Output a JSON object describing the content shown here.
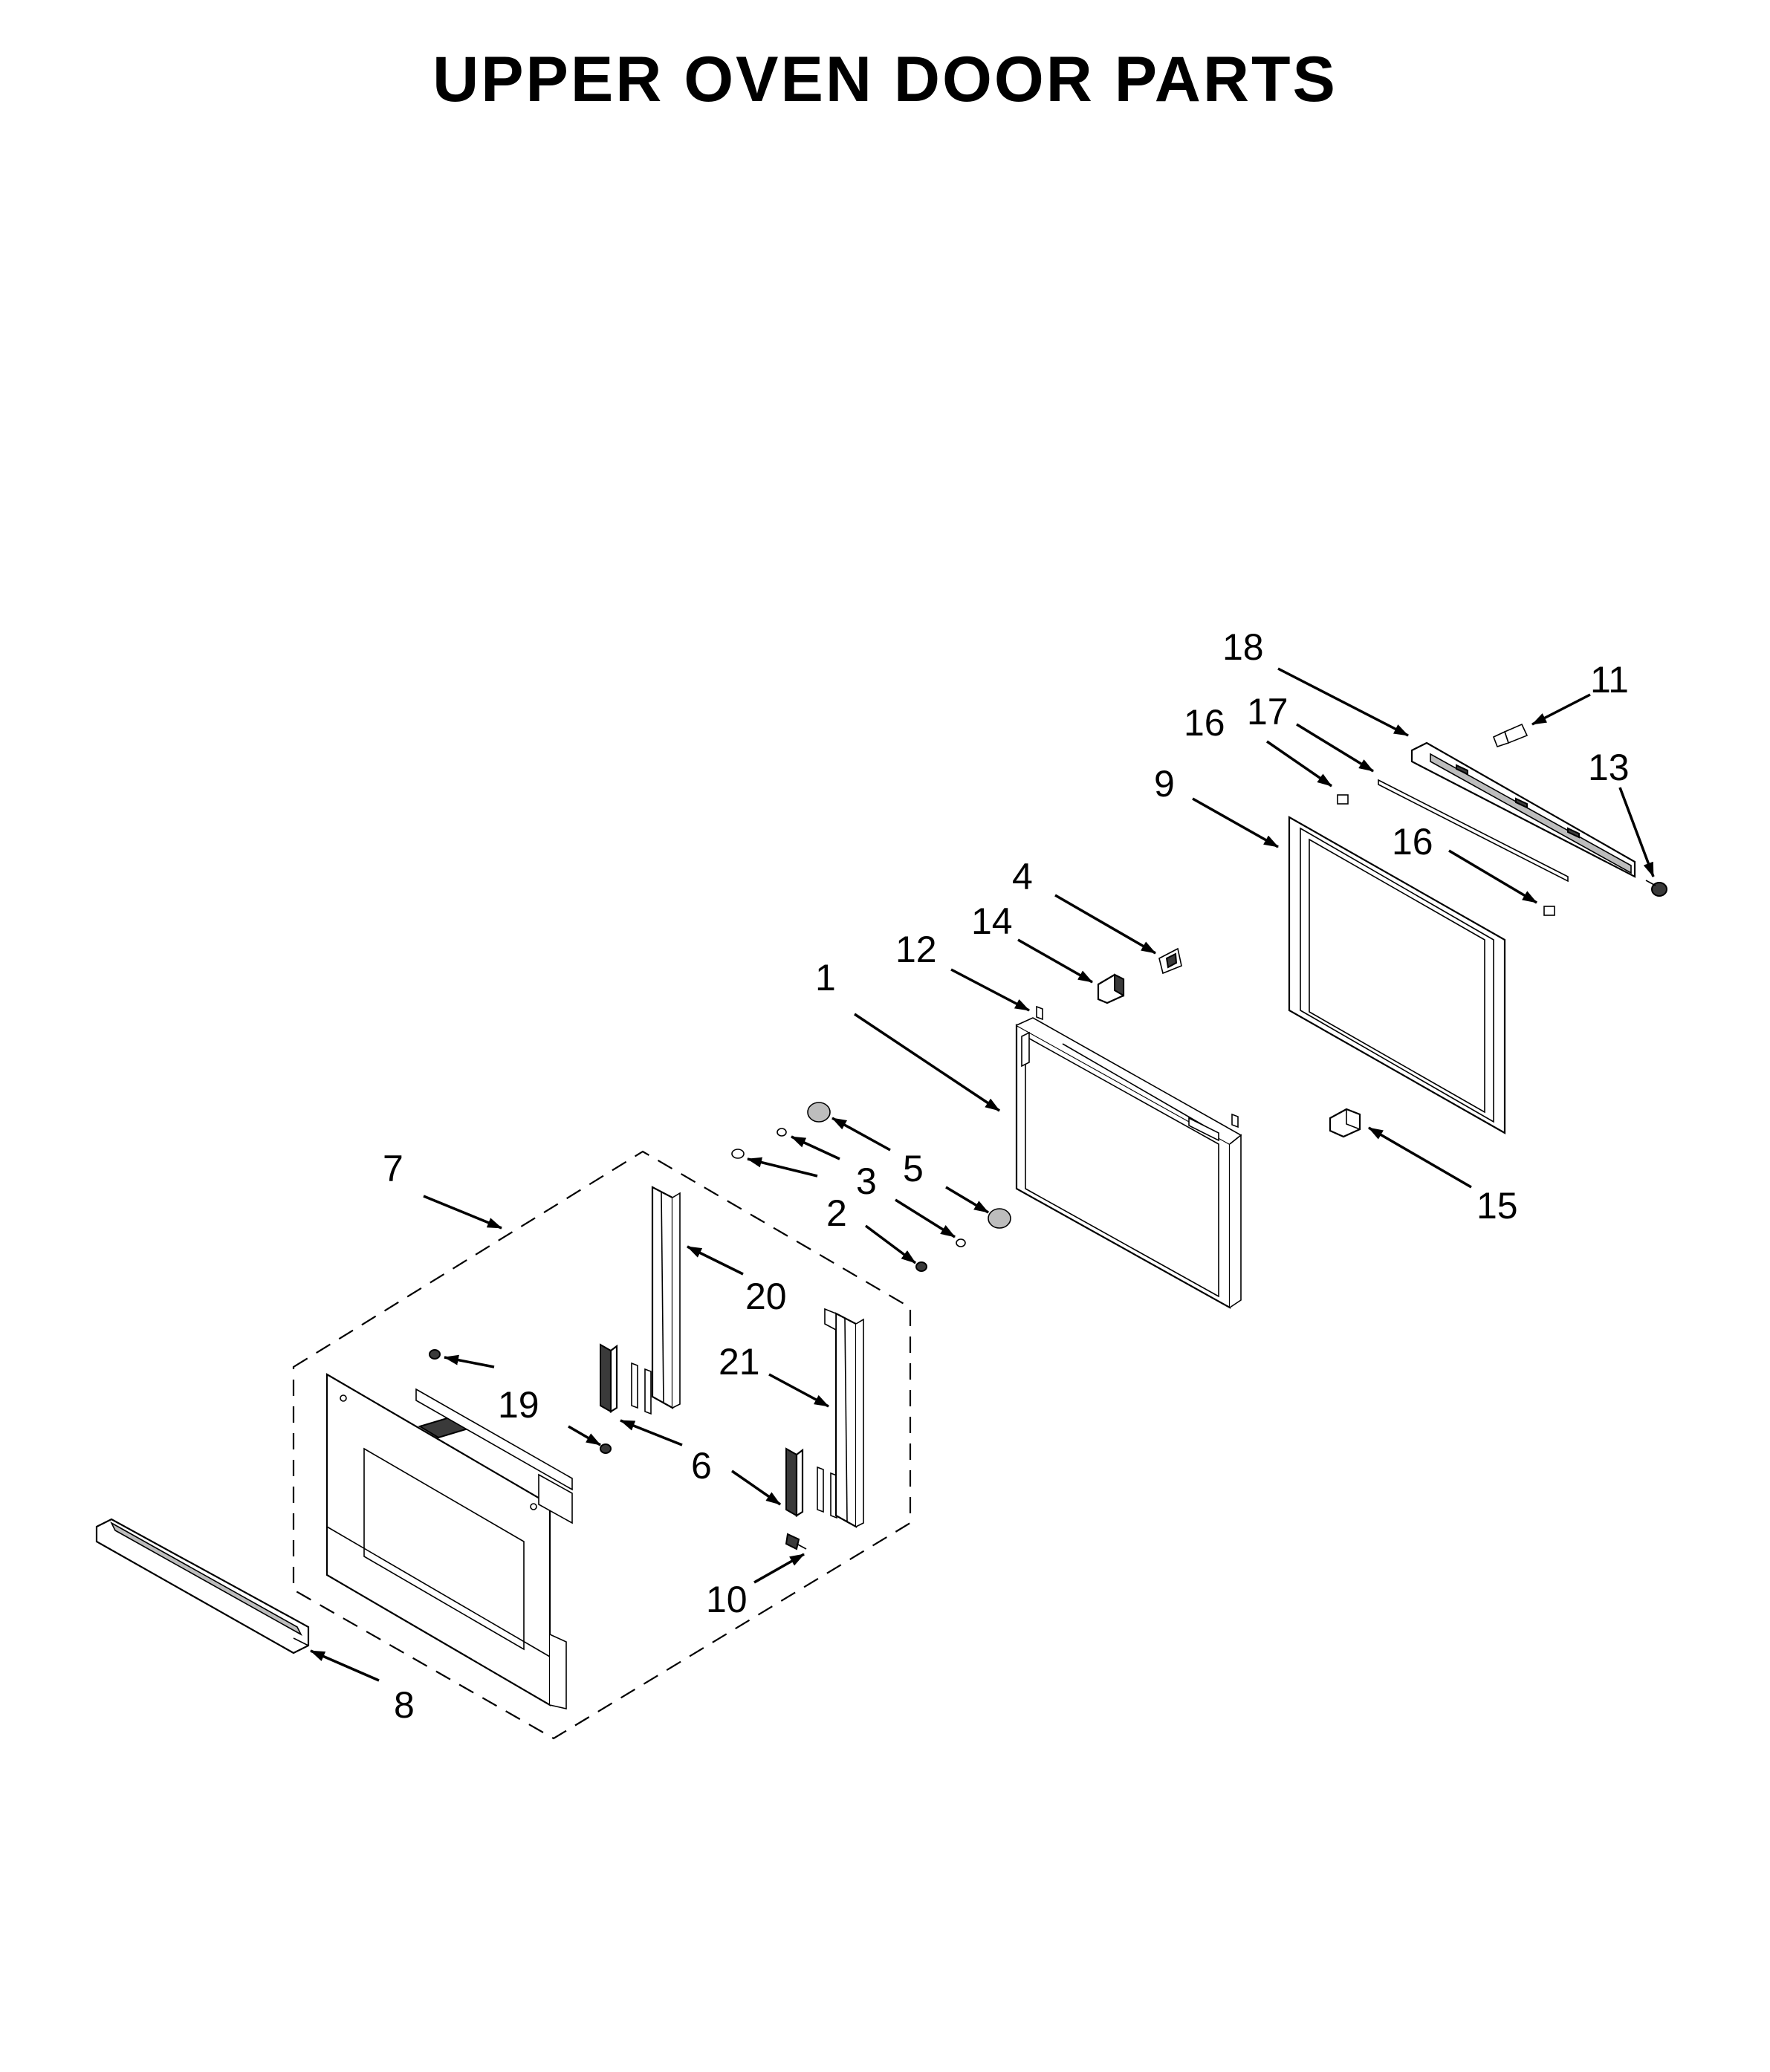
{
  "title": "UPPER OVEN DOOR PARTS",
  "callouts": {
    "c1": "1",
    "c2": "2",
    "c3": "3",
    "c4": "4",
    "c5": "5",
    "c6": "6",
    "c7": "7",
    "c8": "8",
    "c9": "9",
    "c10": "10",
    "c11": "11",
    "c12": "12",
    "c13": "13",
    "c14": "14",
    "c15": "15",
    "c16a": "16",
    "c16b": "16",
    "c17": "17",
    "c18": "18",
    "c19": "19",
    "c20": "20",
    "c21": "21"
  }
}
